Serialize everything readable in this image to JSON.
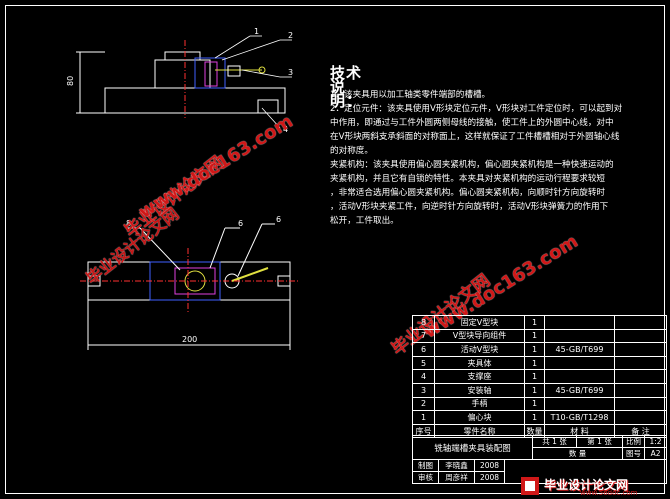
{
  "drawing": {
    "front_view_dimension": "80",
    "top_view_dimension": "200",
    "callouts": [
      "1",
      "2",
      "3",
      "4",
      "8",
      "6",
      "6"
    ]
  },
  "notes": {
    "title": "技术说明：",
    "lines": [
      "1．该夹具用以加工轴类零件端部的槽槽。",
      "2．定位元件：该夹具使用V形块定位元件，V形块对工件定位时，可以起到对",
      "中作用，即通过与工件外圆两侧母线的接触，使工件上的外圆中心线，对中",
      "在V形块两斜支承斜面的对称面上，这样就保证了工件槽槽相对于外圆轴心线",
      "的对称度。",
      "夹紧机构：该夹具使用偏心圆夹紧机构，偏心圆夹紧机构是一种快速运动的",
      "夹紧机构，并且它有自锁的特性。本夹具对夹紧机构的运动行程要求较短",
      "，非常适合选用偏心圆夹紧机构。偏心圆夹紧机构，向顺时针方向旋转时",
      "，活动V形块夹紧工件，向逆时针方向旋转时，活动V形块弹簧力的作用下",
      "松开，工件取出。"
    ]
  },
  "watermarks": [
    "毕业设计论文网",
    "www.doc163.com",
    "毕业设计论文网",
    "www.doc163.com",
    "毕业设计论文网"
  ],
  "bom": {
    "rows": [
      {
        "no": "8",
        "name": "固定V型块",
        "qty": "1",
        "material": "",
        "note": ""
      },
      {
        "no": "7",
        "name": "V型块导向组件",
        "qty": "1",
        "material": "",
        "note": ""
      },
      {
        "no": "6",
        "name": "活动V型块",
        "qty": "1",
        "material": "45-GB/T699",
        "note": ""
      },
      {
        "no": "5",
        "name": "夹具体",
        "qty": "1",
        "material": "",
        "note": ""
      },
      {
        "no": "4",
        "name": "支撑座",
        "qty": "1",
        "material": "",
        "note": ""
      },
      {
        "no": "3",
        "name": "安装轴",
        "qty": "1",
        "material": "45-GB/T699",
        "note": ""
      },
      {
        "no": "2",
        "name": "手柄",
        "qty": "1",
        "material": "",
        "note": ""
      },
      {
        "no": "1",
        "name": "偏心块",
        "qty": "1",
        "material": "T10-GB/T1298",
        "note": ""
      }
    ],
    "header": {
      "no": "序号",
      "name": "零件名称",
      "qty": "数量",
      "material": "材 料",
      "note": "备 注"
    }
  },
  "title_block": {
    "drawing_name": "铣轴端槽夹具装配图",
    "sheets": "共 1 张",
    "sheet_no": "第 1 张",
    "scale_label": "比例",
    "scale": "1:2",
    "qty_label": "数 量",
    "drawing_no_label": "图号",
    "drawing_no": "A2",
    "designer_label": "制图",
    "designer": "李晓鑫",
    "date1": "2008",
    "checker_label": "审核",
    "checker": "周彦祥",
    "date2": "2008"
  },
  "footer": {
    "text": "毕业设计论文网",
    "url": "www.56doc.com"
  },
  "colors": {
    "line": "#ffffff",
    "part_blue": "#4060ff",
    "part_magenta": "#e040e0",
    "part_yellow": "#e0e040",
    "watermark": "#d01818",
    "center_red": "#ff3030"
  }
}
